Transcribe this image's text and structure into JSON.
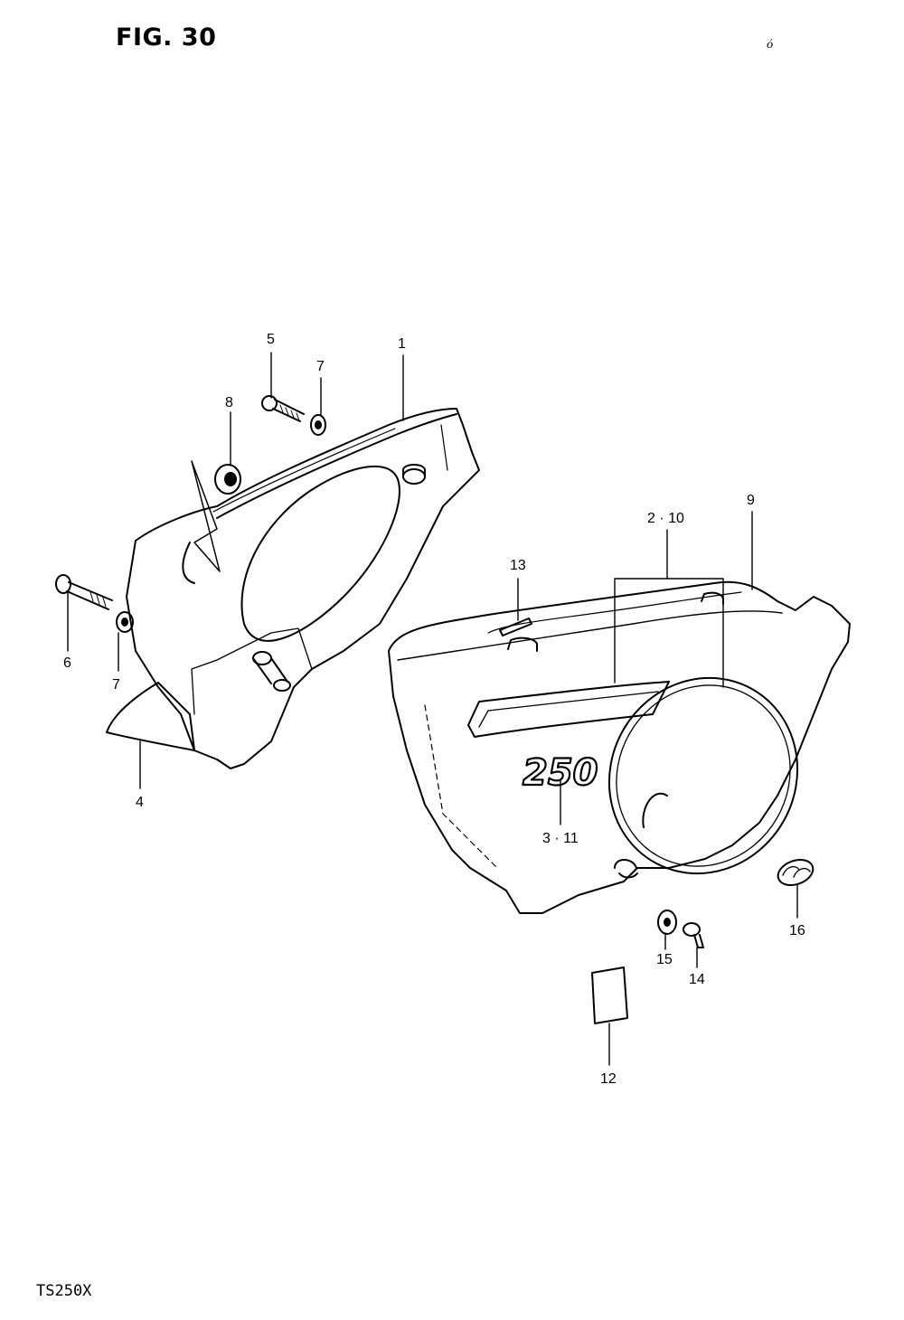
{
  "figure": {
    "title": "FIG. 30",
    "model": "TS250X",
    "corner_mark": "ó"
  },
  "labels": [
    {
      "id": "p1",
      "text": "1"
    },
    {
      "id": "p5",
      "text": "5"
    },
    {
      "id": "p7a",
      "text": "7"
    },
    {
      "id": "p8",
      "text": "8"
    },
    {
      "id": "p6",
      "text": "6"
    },
    {
      "id": "p7b",
      "text": "7"
    },
    {
      "id": "p4",
      "text": "4"
    },
    {
      "id": "p13",
      "text": "13"
    },
    {
      "id": "p2_10",
      "text": "2 · 10"
    },
    {
      "id": "p9",
      "text": "9"
    },
    {
      "id": "p3_11",
      "text": "3 · 11"
    },
    {
      "id": "p15",
      "text": "15"
    },
    {
      "id": "p14",
      "text": "14"
    },
    {
      "id": "p16",
      "text": "16"
    },
    {
      "id": "p12",
      "text": "12"
    }
  ],
  "emblem_text": "250"
}
